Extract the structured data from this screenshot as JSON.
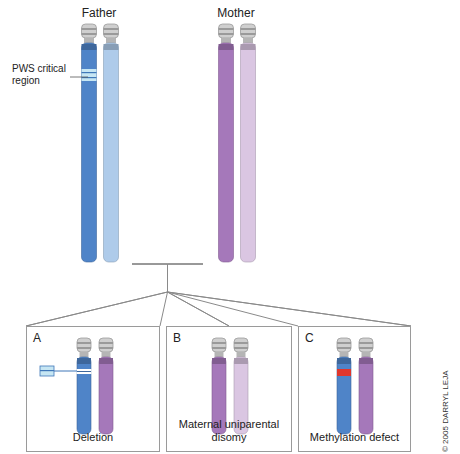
{
  "diagram": {
    "nodes": [
      {
        "text": [
          "Father"
        ]
      },
      {
        "text": [
          "Mother"
        ]
      },
      {
        "text": [
          "A",
          "Deletion"
        ]
      },
      {
        "text": [
          "B",
          "Maternal uniparental disomy"
        ]
      },
      {
        "text": [
          "C",
          "Methylation defect"
        ]
      }
    ],
    "edges": [
      {
        "from": 0,
        "to": 2,
        "arrow": "none"
      },
      {
        "from": 0,
        "to": 3,
        "arrow": "none"
      },
      {
        "from": 0,
        "to": 4,
        "arrow": "none"
      },
      {
        "from": 1,
        "to": 2,
        "arrow": "none"
      },
      {
        "from": 1,
        "to": 3,
        "arrow": "none"
      },
      {
        "from": 1,
        "to": 4,
        "arrow": "none"
      }
    ],
    "labels": [
      "PWS critical region",
      "© 2005 DARRYL LEJA"
    ]
  }
}
